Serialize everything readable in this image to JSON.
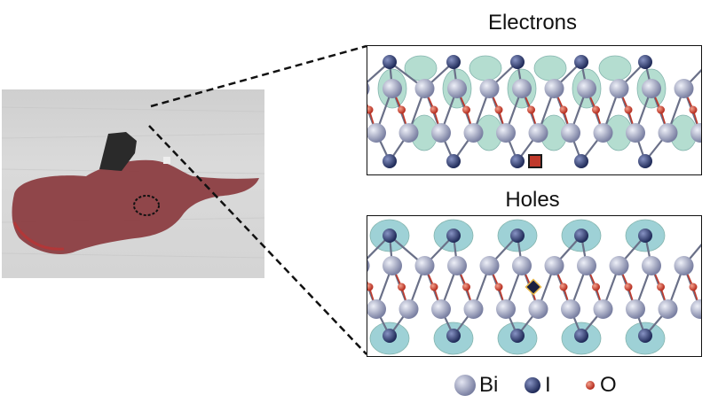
{
  "titles": {
    "electrons": "Electrons",
    "holes": "Holes"
  },
  "legend": {
    "items": [
      {
        "label": "Bi",
        "color": "#8a90b0"
      },
      {
        "label": "I",
        "color": "#2d3a6e"
      },
      {
        "label": "O",
        "color": "#c0392b"
      }
    ]
  },
  "colors": {
    "bi_atom": "#8a90b0",
    "i_atom": "#2d3a6e",
    "o_atom": "#c0392b",
    "electron_density": "#a8d8c8",
    "hole_density": "#8ec9cf",
    "defect_square": "#c0392b",
    "defect_diamond": "#1a2040",
    "photo_flake": "#8a3a3e"
  },
  "defects": {
    "electrons": "square-defect-icon",
    "holes": "diamond-defect-icon"
  }
}
